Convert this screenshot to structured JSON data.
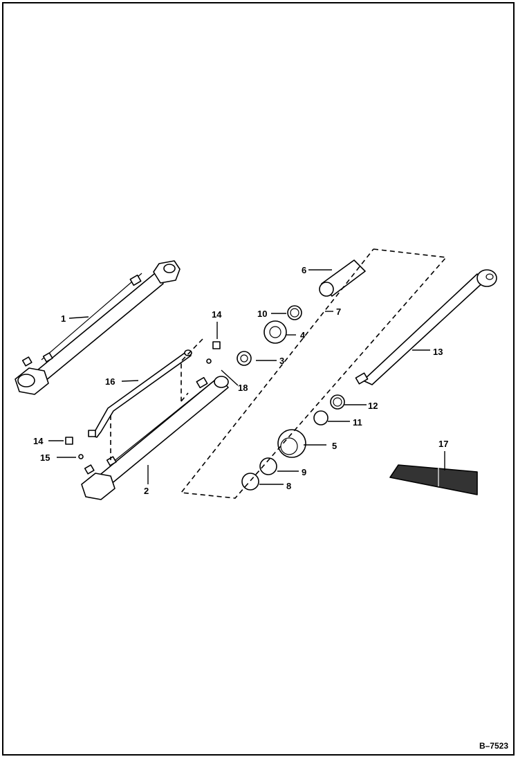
{
  "diagram": {
    "figure_id": "B–7523",
    "callouts": [
      "1",
      "2",
      "3",
      "4",
      "5",
      "6",
      "7",
      "8",
      "9",
      "10",
      "11",
      "12",
      "13",
      "14",
      "15",
      "16",
      "17",
      "18"
    ]
  }
}
